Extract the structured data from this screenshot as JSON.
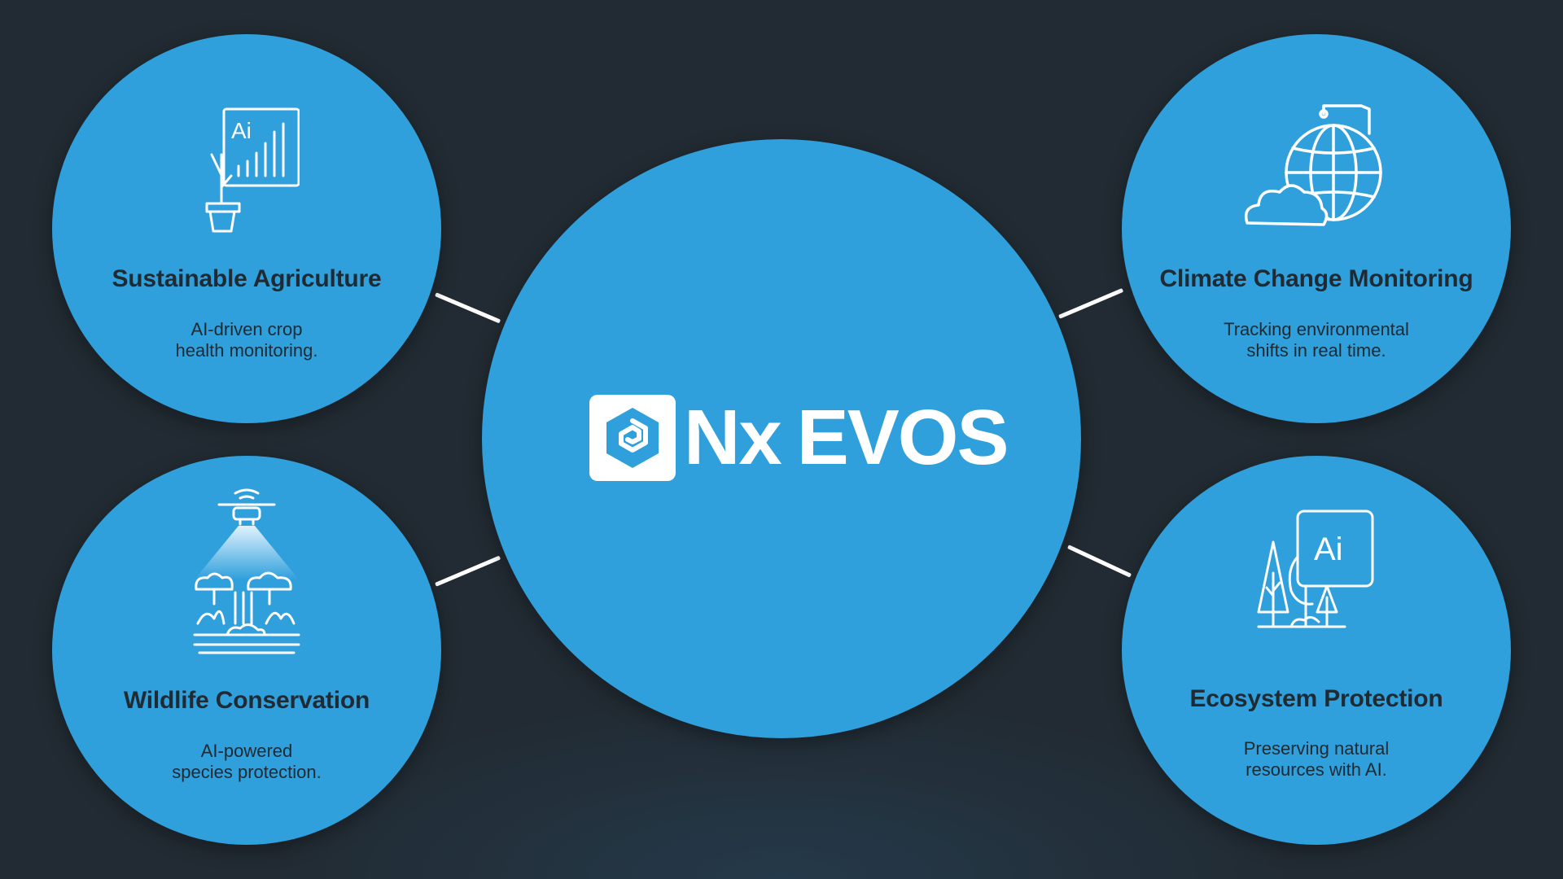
{
  "colors": {
    "background": "#22282f",
    "circle": "#2fa0dc",
    "text_dark": "#1f2a33",
    "white": "#ffffff"
  },
  "hub": {
    "logo_icon": "nx-evos-logo-icon",
    "brand_prefix": "Nx",
    "brand_name": "EVOS"
  },
  "nodes": {
    "agriculture": {
      "icon": "ai-plant-chart-icon",
      "title": "Sustainable Agriculture",
      "description": "AI-driven crop\nhealth monitoring."
    },
    "climate": {
      "icon": "globe-cloud-icon",
      "title": "Climate Change Monitoring",
      "description": "Tracking environmental\nshifts in real time."
    },
    "wildlife": {
      "icon": "drone-forest-icon",
      "title": "Wildlife Conservation",
      "description": "AI-powered\nspecies protection."
    },
    "ecosystem": {
      "icon": "ai-trees-icon",
      "title": "Ecosystem Protection",
      "description": "Preserving natural\nresources with AI."
    }
  }
}
